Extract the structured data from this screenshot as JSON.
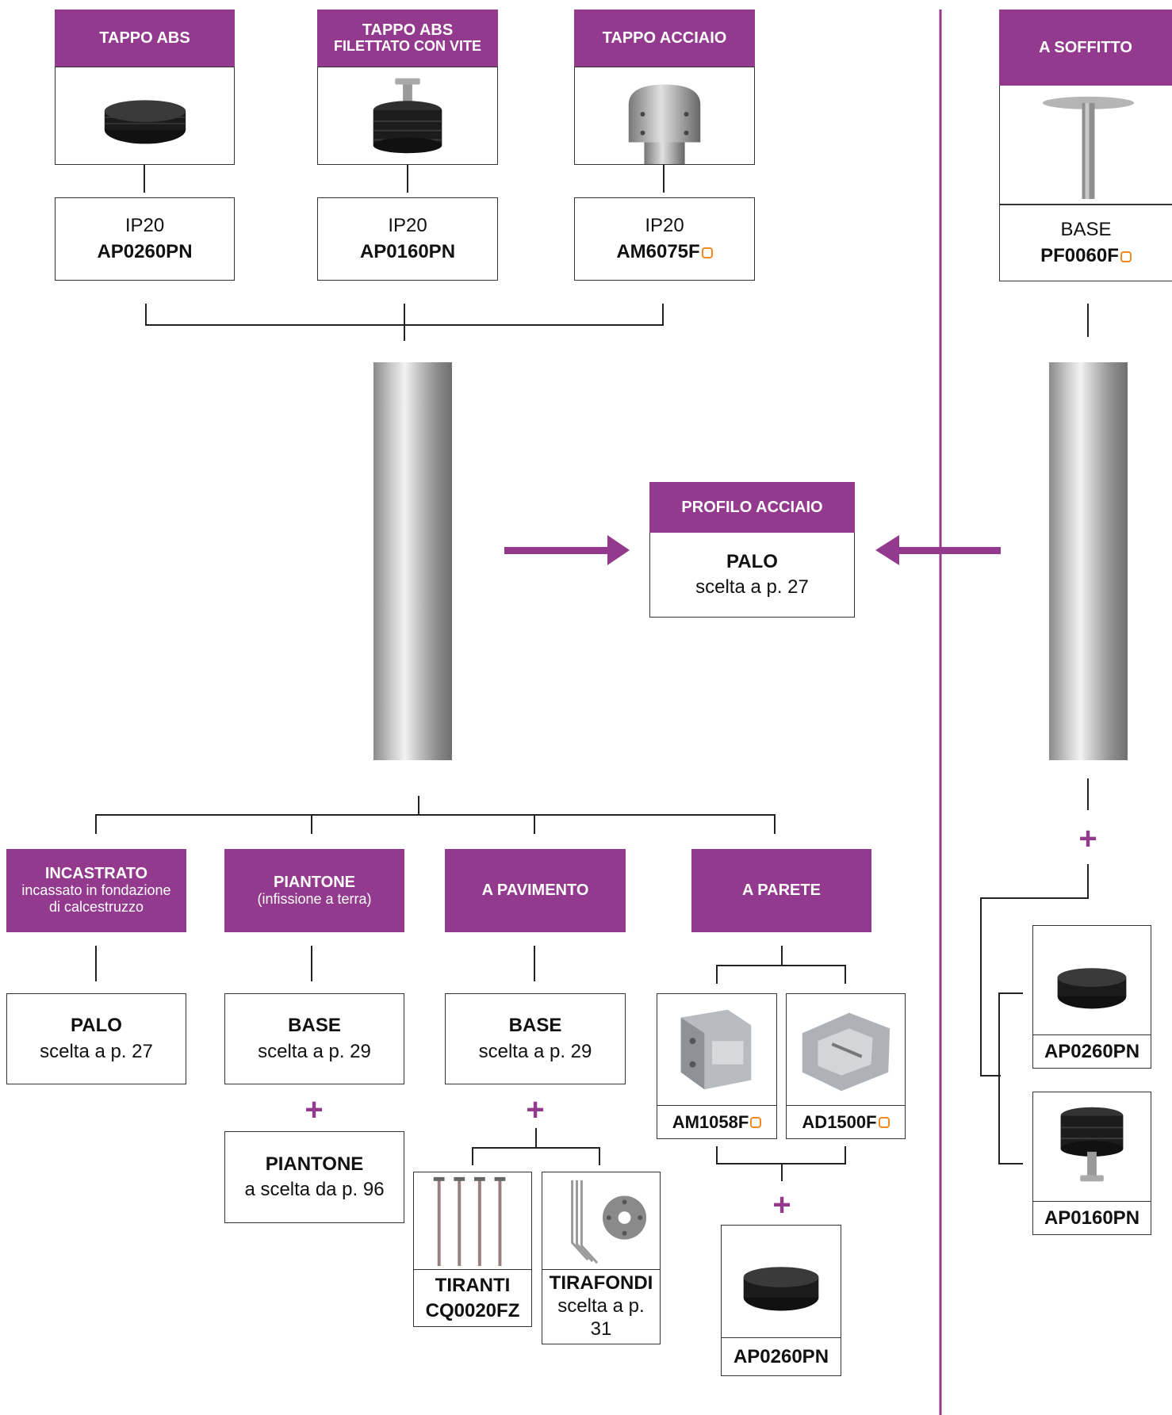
{
  "top": {
    "caps": [
      {
        "header": "TAPPO ABS",
        "line1": "IP20",
        "line2": "AP0260PN"
      },
      {
        "header1": "TAPPO ABS",
        "header2": "FILETTATO CON VITE",
        "line1": "IP20",
        "line2": "AP0160PN"
      },
      {
        "header": "TAPPO ACCIAIO",
        "line1": "IP20",
        "line2": "AM6075F"
      }
    ]
  },
  "ceiling": {
    "header": "A SOFFITTO",
    "line1": "BASE",
    "line2": "PF0060F"
  },
  "profile": {
    "header": "PROFILO ACCIAIO",
    "line1": "PALO",
    "line2": "scelta a p. 27"
  },
  "mounts": [
    {
      "title": "INCASTRATO",
      "sub1": "incassato in fondazione",
      "sub2": "di calcestruzzo",
      "box_title": "PALO",
      "box_text": "scelta a p. 27"
    },
    {
      "title": "PIANTONE",
      "sub1": "(infissione a terra)",
      "box_title": "BASE",
      "box_text": "scelta a p. 29",
      "extra_title": "PIANTONE",
      "extra_text": "a scelta da p. 96"
    },
    {
      "title": "A PAVIMENTO",
      "box_title": "BASE",
      "box_text": "scelta a p. 29",
      "tiranti_title": "TIRANTI",
      "tiranti_code": "CQ0020FZ",
      "tirafondi_title": "TIRAFONDI",
      "tirafondi_text1": "scelta a p.",
      "tirafondi_text2": "31"
    },
    {
      "title": "A PARETE",
      "bracket1": "AM1058F",
      "bracket2": "AD1500F",
      "cap": "AP0260PN"
    }
  ],
  "ceiling_options": [
    "AP0260PN",
    "AP0160PN"
  ],
  "plus_sign": "+",
  "colors": {
    "accent": "#933a8f",
    "marker": "#f28a1e"
  }
}
